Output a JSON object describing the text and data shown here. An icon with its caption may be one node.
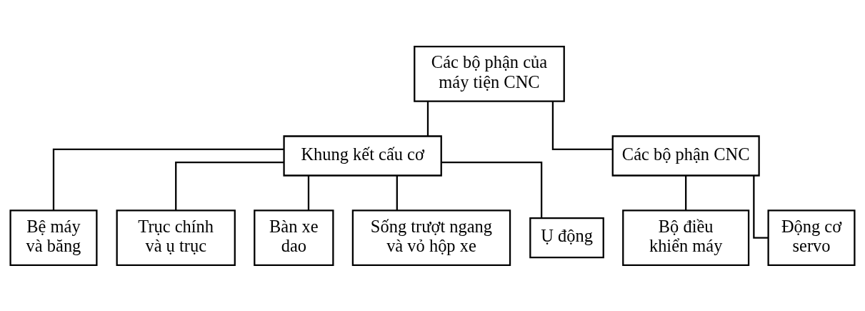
{
  "diagram": {
    "nodes": [
      {
        "text": [
          "Các bộ phận của máy tiện CNC"
        ]
      },
      {
        "text": [
          "Khung kết cấu cơ"
        ]
      },
      {
        "text": [
          "Các bộ phận CNC"
        ]
      },
      {
        "text": [
          "Bệ máy và băng"
        ]
      },
      {
        "text": [
          "Trục chính và ụ trục"
        ]
      },
      {
        "text": [
          "Bàn xe dao"
        ]
      },
      {
        "text": [
          "Sống trượt ngang và vỏ hộp xe"
        ]
      },
      {
        "text": [
          "Ụ động"
        ]
      },
      {
        "text": [
          "Bộ điều khiển máy"
        ]
      },
      {
        "text": [
          "Động cơ servo"
        ]
      }
    ],
    "edges": [
      {
        "from": 0,
        "to": 1,
        "arrow": "none"
      },
      {
        "from": 0,
        "to": 2,
        "arrow": "none"
      },
      {
        "from": 1,
        "to": 3,
        "arrow": "none"
      },
      {
        "from": 1,
        "to": 4,
        "arrow": "none"
      },
      {
        "from": 1,
        "to": 5,
        "arrow": "none"
      },
      {
        "from": 1,
        "to": 6,
        "arrow": "none"
      },
      {
        "from": 1,
        "to": 7,
        "arrow": "none"
      },
      {
        "from": 2,
        "to": 8,
        "arrow": "none"
      },
      {
        "from": 2,
        "to": 9,
        "arrow": "none"
      }
    ]
  }
}
